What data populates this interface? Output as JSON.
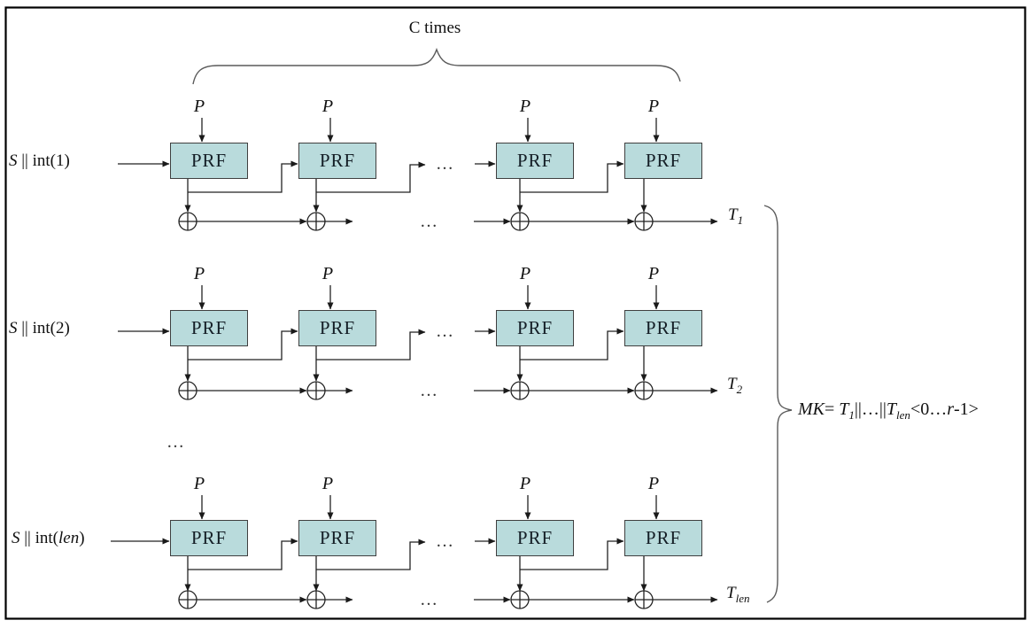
{
  "diagram": {
    "repeat_annotation": "C times",
    "prf_label": "PRF",
    "password_label": "P",
    "ellipsis": "…",
    "rows_ellipsis": "…",
    "rows": [
      {
        "input": {
          "var": "S",
          "mid": " || int(",
          "arg": "1",
          "close": ")"
        },
        "output": {
          "base": "T",
          "sub": "1"
        }
      },
      {
        "input": {
          "var": "S",
          "mid": " || int(",
          "arg": "2",
          "close": ")"
        },
        "output": {
          "base": "T",
          "sub": "2"
        }
      },
      {
        "input": {
          "var": "S",
          "mid": " || int(",
          "arg": "len",
          "close": ")"
        },
        "output": {
          "base": "T",
          "sub": "len"
        }
      }
    ],
    "mk": {
      "var": "MK",
      "eq": "= ",
      "t1": "T",
      "t1_sub": "1",
      "concat": "||…||",
      "t2": "T",
      "t2_sub": "len",
      "range_open": "<0…",
      "r_var": "r",
      "range_close": "-1>"
    },
    "colors": {
      "prf_fill": "#b9dbdc",
      "prf_border": "#3f3f3f",
      "line": "#222222",
      "brace": "#5a5a5a",
      "border": "#000000",
      "background": "#ffffff"
    }
  }
}
